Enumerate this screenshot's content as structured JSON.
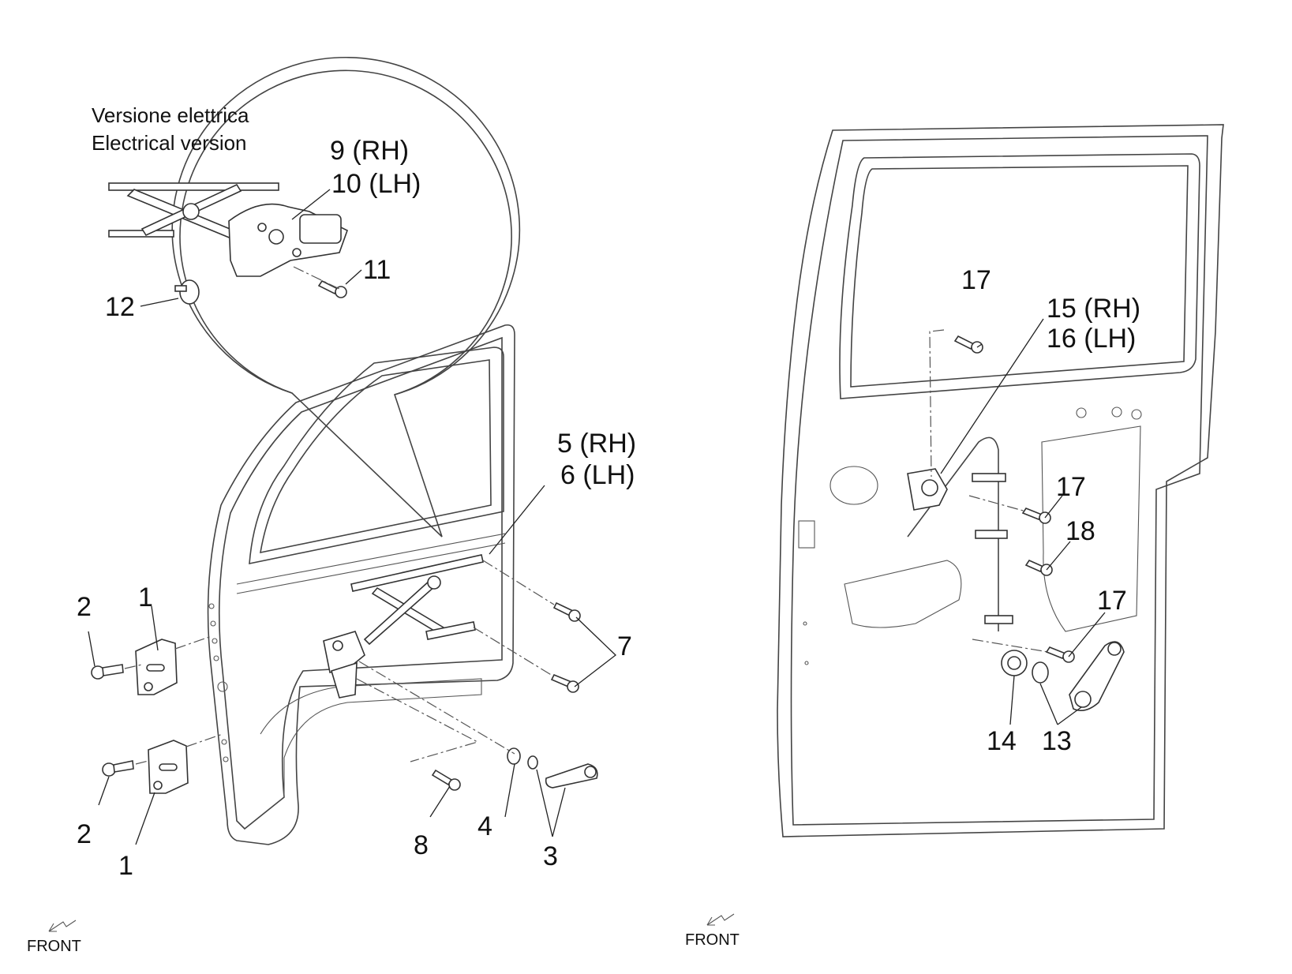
{
  "inset": {
    "title_it": "Versione elettrica",
    "title_en": "Electrical version"
  },
  "labels": {
    "l1a": "1",
    "l1b": "1",
    "l2a": "2",
    "l2b": "2",
    "l3": "3",
    "l4": "4",
    "l5": "5 (RH)",
    "l6": "6 (LH)",
    "l7": "7",
    "l8": "8",
    "l9": "9 (RH)",
    "l10": "10 (LH)",
    "l11": "11",
    "l12": "12",
    "l13": "13",
    "l14": "14",
    "l15": "15 (RH)",
    "l16": "16 (LH)",
    "l17a": "17",
    "l17b": "17",
    "l17c": "17",
    "l18": "18"
  },
  "front_markers": {
    "left": "FRONT",
    "right": "FRONT"
  }
}
